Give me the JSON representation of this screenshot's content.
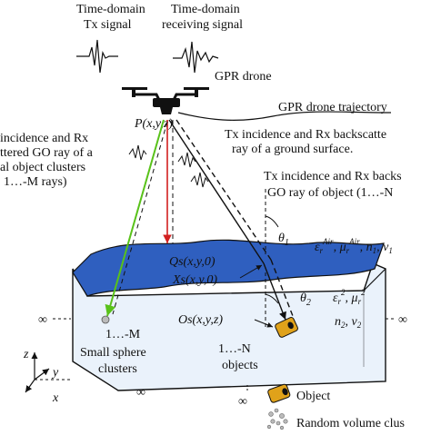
{
  "labels": {
    "tx_signal_line1": "Time-domain",
    "tx_signal_line2": "Tx signal",
    "rx_signal_line1": "Time-domain",
    "rx_signal_line2": "receiving signal",
    "gpr_drone": "GPR drone",
    "trajectory": "GPR drone trajectory",
    "drone_position": "P(x,y,z)",
    "left_ray_line1": "incidence and Rx",
    "left_ray_line2": "ttered GO ray of a",
    "left_ray_line3": "al object clusters",
    "left_ray_line4": "1…-M rays)",
    "ground_ray_line1": "Tx incidence and Rx backscatte",
    "ground_ray_line2": "ray of a ground surface.",
    "object_ray_line1": "Tx incidence and Rx backs",
    "object_ray_line2": "GO ray of object (1…-N",
    "theta1": "θ1",
    "theta2": "θ2",
    "air_params": "εr^Air, μr^Air, n1, ν1",
    "ground_params_line1": "εr^2, μr^2",
    "ground_params_line2": "n2, ν2",
    "qs_point": "Qs(x,y,0)",
    "xs_point": "Xs(x,y,0)",
    "os_point": "Os(x,y,z)",
    "sphere_index": "1…-M",
    "sphere_line1": "Small sphere",
    "sphere_line2": "clusters",
    "object_index": "1…-N",
    "object_word": "objects",
    "infinity": "∞",
    "axis_z": "z",
    "axis_y": "y",
    "axis_x": "x",
    "legend_object": "Object",
    "legend_random": "Random volume clus"
  },
  "colors": {
    "ground_surface": "#2f5fbf",
    "ground_body": "#eaf2fb",
    "green_ray": "#59c21a",
    "red_ray": "#d22020",
    "object_fill": "#e0a21a"
  }
}
